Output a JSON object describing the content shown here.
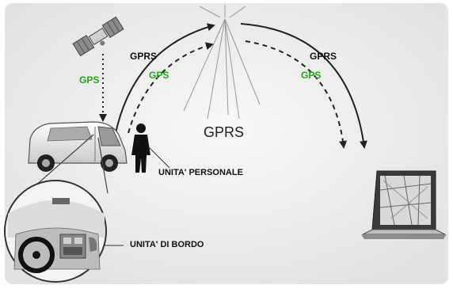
{
  "labels": {
    "gprs_left": "GPRS",
    "gps_left_arrow": "GPS",
    "gps_satellite": "GPS",
    "gprs_center": "GPRS",
    "gprs_right": "GPRS",
    "gps_right": "GPS",
    "personal_unit": "UNITA' PERSONALE",
    "onboard_unit": "UNITA' DI BORDO"
  },
  "colors": {
    "gps_text": "#22a61c",
    "arrow": "#222222",
    "frame_bg": "#ececec"
  },
  "icons": [
    "satellite-icon",
    "antenna-tower-icon",
    "van-icon",
    "person-icon",
    "laptop-icon",
    "dashboard-magnifier-icon"
  ]
}
